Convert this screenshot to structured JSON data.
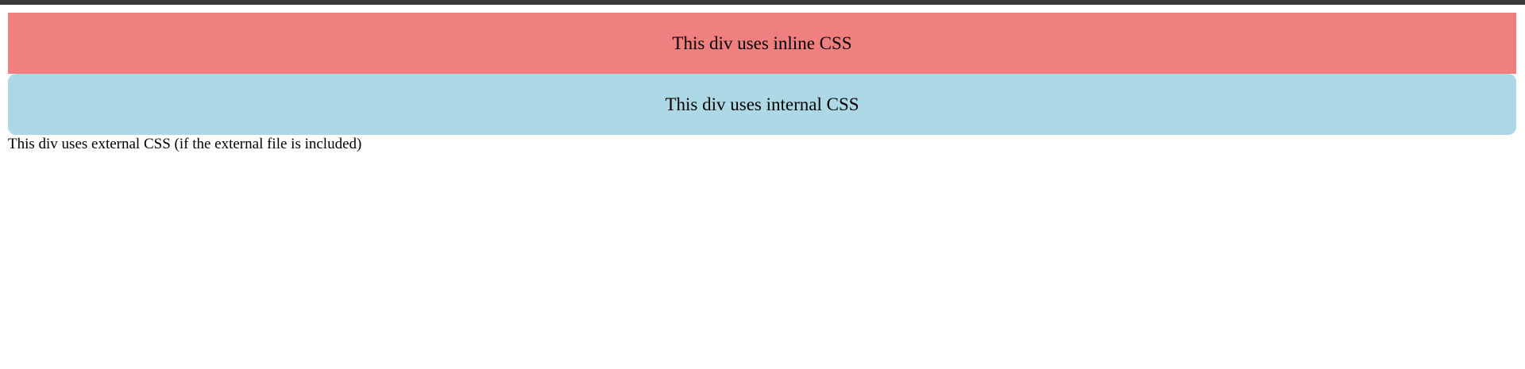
{
  "boxes": {
    "inline": {
      "text": "This div uses inline CSS",
      "background": "#f08080"
    },
    "internal": {
      "text": "This div uses internal CSS",
      "background": "#add8e6"
    },
    "external": {
      "text": "This div uses external CSS (if the external file is included)"
    }
  }
}
